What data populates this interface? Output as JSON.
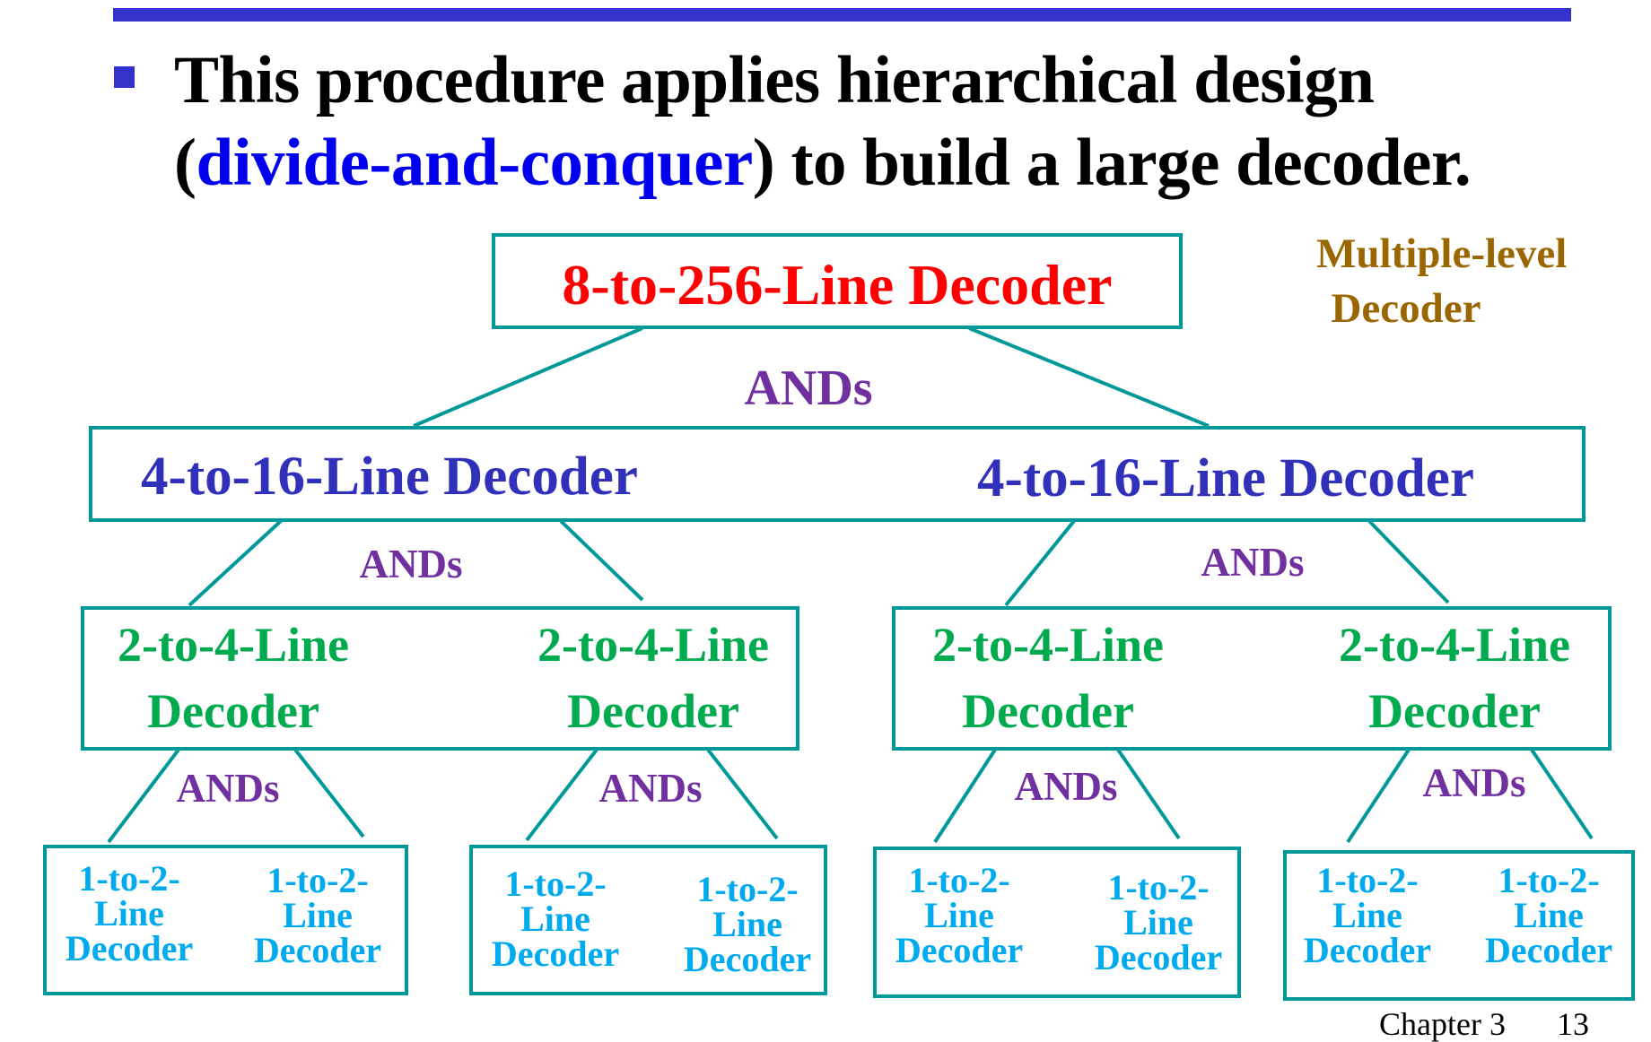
{
  "slide": {
    "bullet_text_part1": "This procedure applies hierarchical design",
    "bullet_text_paren_open": "(",
    "bullet_text_highlight": "divide-and-conquer",
    "bullet_text_part2": ") to build a large decoder.",
    "side_note": [
      "Multiple-level",
      "Decoder"
    ],
    "footer": {
      "chapter": "Chapter 3",
      "page": "13"
    }
  },
  "colors": {
    "accent_bar": "#3333cc",
    "box_border": "#009999",
    "level1_text": "#ff0000",
    "level2_text": "#3030bb",
    "level3_text": "#00aa4f",
    "level4_text": "#00aaee",
    "and_label": "#7030a0",
    "side_note": "#996600",
    "highlight": "#0000ee"
  },
  "diagram": {
    "level1": {
      "label": "8-to-256-Line Decoder",
      "connector": "ANDs"
    },
    "level2": {
      "items": [
        "4-to-16-Line Decoder",
        "4-to-16-Line Decoder"
      ],
      "connectors": [
        "ANDs",
        "ANDs"
      ]
    },
    "level3": {
      "items": [
        {
          "line1": "2-to-4-Line",
          "line2": "Decoder"
        },
        {
          "line1": "2-to-4-Line",
          "line2": "Decoder"
        },
        {
          "line1": "2-to-4-Line",
          "line2": "Decoder"
        },
        {
          "line1": "2-to-4-Line",
          "line2": "Decoder"
        }
      ],
      "connectors": [
        "ANDs",
        "ANDs",
        "ANDs",
        "ANDs"
      ]
    },
    "level4": {
      "items": [
        {
          "line1": "1-to-2-",
          "line2": "Line",
          "line3": "Decoder"
        },
        {
          "line1": "1-to-2-",
          "line2": "Line",
          "line3": "Decoder"
        },
        {
          "line1": "1-to-2-",
          "line2": "Line",
          "line3": "Decoder"
        },
        {
          "line1": "1-to-2-",
          "line2": "Line",
          "line3": "Decoder"
        },
        {
          "line1": "1-to-2-",
          "line2": "Line",
          "line3": "Decoder"
        },
        {
          "line1": "1-to-2-",
          "line2": "Line",
          "line3": "Decoder"
        },
        {
          "line1": "1-to-2-",
          "line2": "Line",
          "line3": "Decoder"
        },
        {
          "line1": "1-to-2-",
          "line2": "Line",
          "line3": "Decoder"
        }
      ]
    }
  }
}
